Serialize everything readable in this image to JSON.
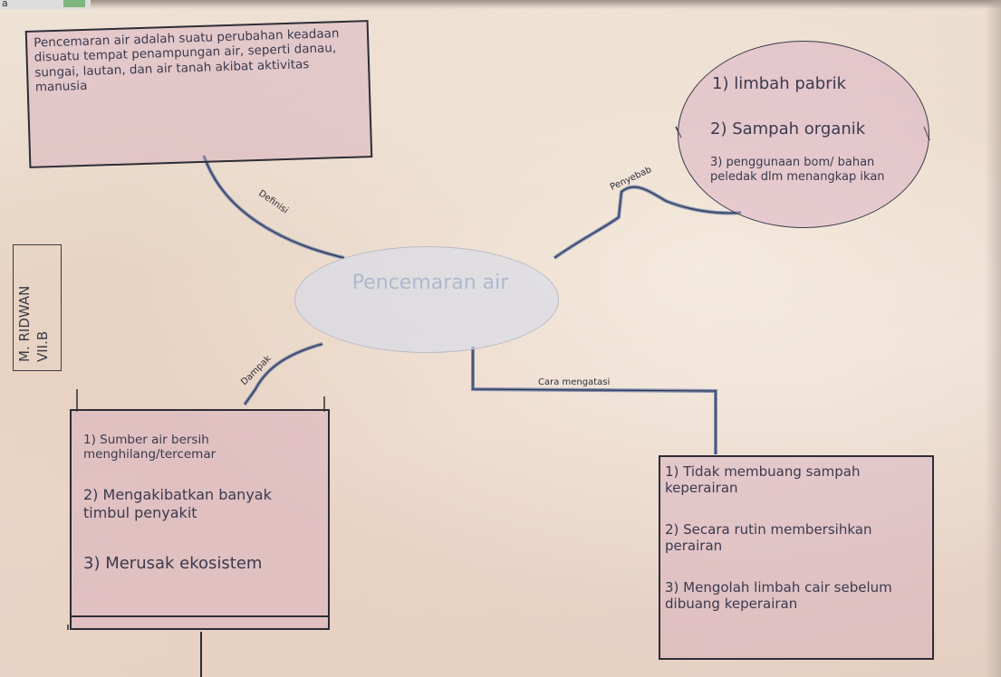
{
  "center": {
    "title": "Pencemaran air"
  },
  "definition": {
    "text": "Pencemaran air adalah suatu perubahan keadaan disuatu tempat penampungan air, seperti danau, sungai, lautan, dan air tanah akibat aktivitas manusia"
  },
  "causes": {
    "items": [
      "1) limbah pabrik",
      "2) Sampah organik",
      "3) penggunaan bom/ bahan peledak dlm menangkap ikan"
    ]
  },
  "effects": {
    "items": [
      "1) Sumber air bersih menghilang/tercemar",
      "2) Mengakibatkan banyak timbul penyakit",
      "3) Merusak ekosistem"
    ]
  },
  "solutions": {
    "items": [
      "1) Tidak membuang sampah keperairan",
      "2) Secara rutin membersihkan perairan",
      "3) Mengolah limbah cair sebelum dibuang keperairan"
    ]
  },
  "connectors": {
    "definition": "Definisi",
    "causes": "Penyebab",
    "effects": "Dampak",
    "solutions": "Cara mengatasi"
  },
  "author": {
    "name": "M. RIDWAN",
    "class": "VII.B"
  },
  "corner": {
    "mark": "a"
  }
}
